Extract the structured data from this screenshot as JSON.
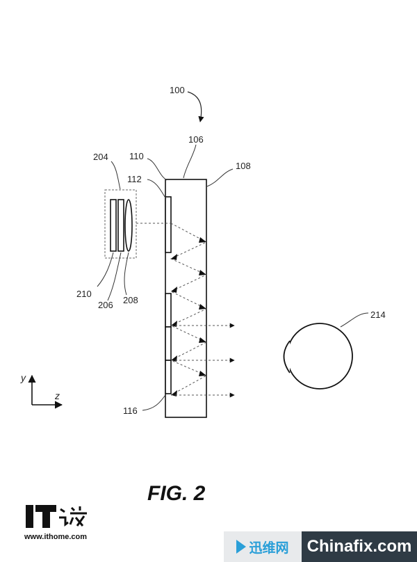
{
  "figure": {
    "caption": "FIG. 2",
    "labels": {
      "l100": "100",
      "l106": "106",
      "l108": "108",
      "l110": "110",
      "l112": "112",
      "l204": "204",
      "l210": "210",
      "l206": "206",
      "l208": "208",
      "l214": "214",
      "l116": "116"
    },
    "axes": {
      "y": "y",
      "z": "z"
    }
  },
  "watermarks": {
    "ithome_url": "www.ithome.com",
    "chinafix_cn": "迅维网",
    "chinafix_en": "Chinafix.com"
  }
}
